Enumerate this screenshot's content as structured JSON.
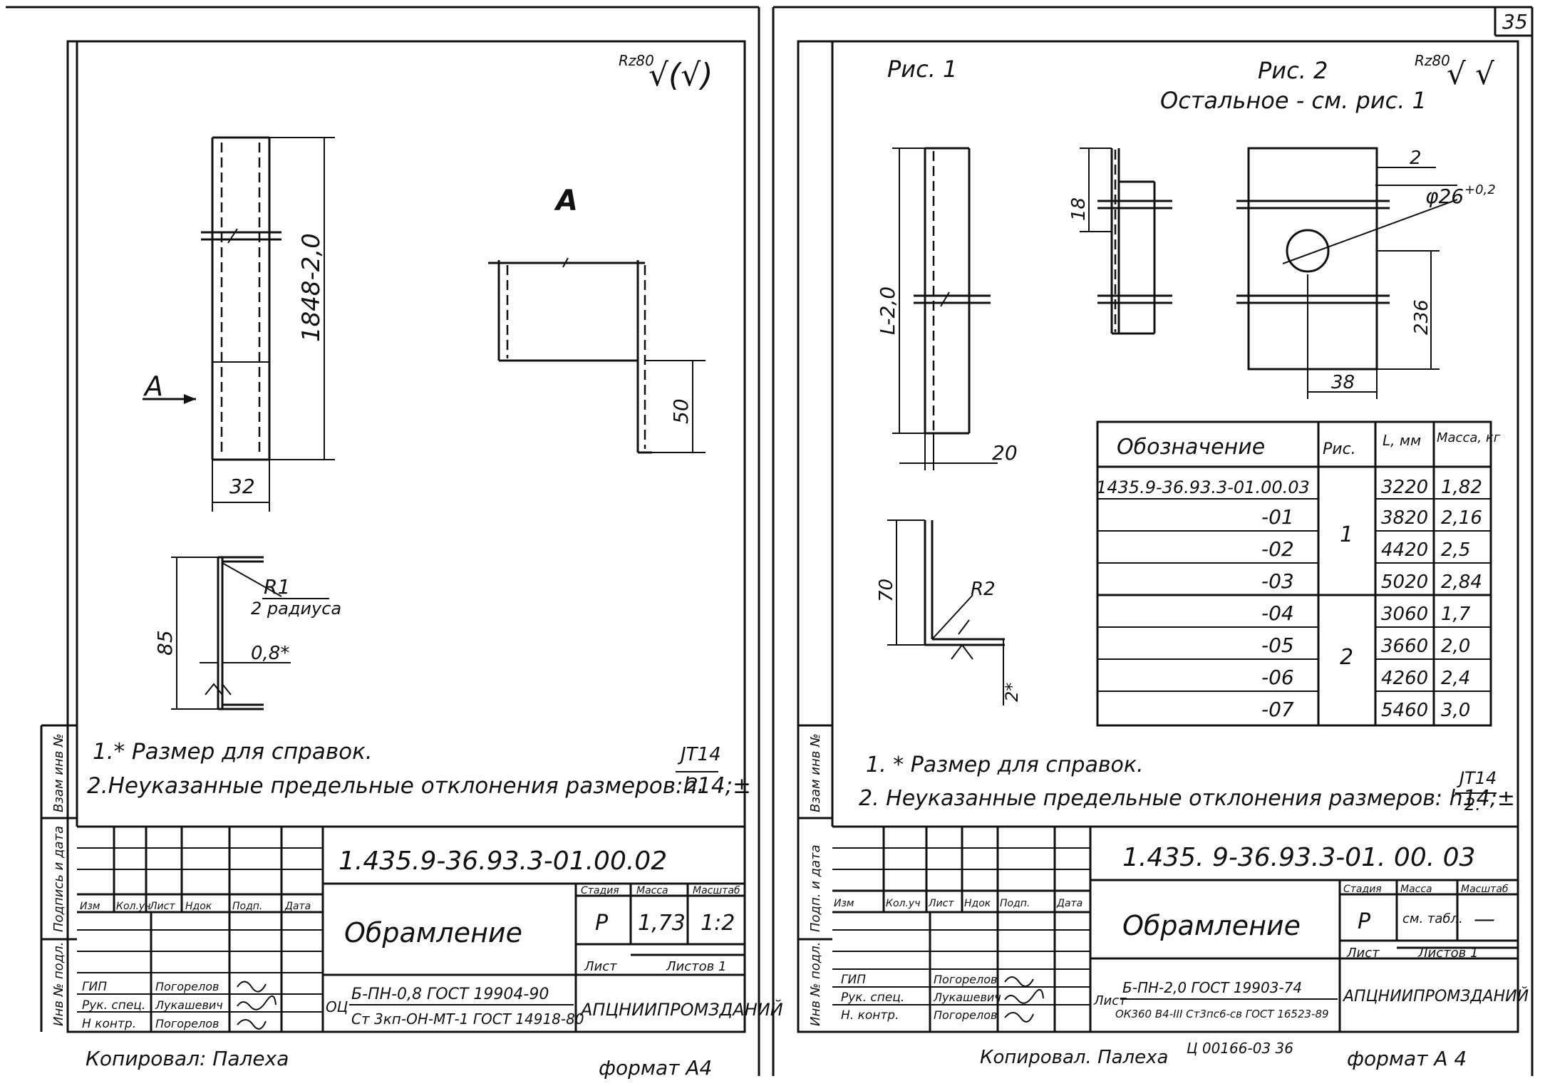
{
  "page_number": "35",
  "left": {
    "roughness": {
      "param": "Rz80",
      "symbol": "√(√)"
    },
    "view_label": "A",
    "arrow_label": "A",
    "dims": {
      "length": "1848-2,0",
      "width": "32",
      "leg": "50",
      "height": "85",
      "radius": "R1",
      "radius_note": "2 радиуса",
      "thickness": "0,8*"
    },
    "notes": [
      "1.* Размер для справок.",
      "2.Неуказанные предельные отклонения размеров:h14;±"
    ],
    "tol_frac": {
      "num": "JT14",
      "den": "2."
    },
    "title_block": {
      "code": "1.435.9-36.93.3-01.00.02",
      "name": "Обрамление",
      "col_headers": [
        "Изм",
        "Кол.уч",
        "Лист",
        "Ндок",
        "Подп.",
        "Дата"
      ],
      "roles": [
        "ГИП",
        "Рук. спец.",
        "Н контр."
      ],
      "names": [
        "Погорелов",
        "Лукашевич",
        "Погорелов"
      ],
      "stage_label": "Стадия",
      "stage": "Р",
      "mass_label": "Масса",
      "mass": "1,73",
      "scale_label": "Масштаб",
      "scale": "1:2",
      "sheet_label": "Лист",
      "sheets_label": "Листов 1",
      "material_1": "Б-ПН-0,8 ГОСТ 19904-90",
      "material_2": "Ст 3кп-ОН-МТ-1 ГОСТ 14918-80",
      "material_prefix": "ОЦ",
      "org": "АПЦНИИПРОМЗДАНИЙ"
    },
    "stamp_labels": [
      "Инв № подл.",
      "Подпись и дата",
      "Взам инв №"
    ],
    "footer_copied": "Копировал: Палеха",
    "footer_format": "формат А4"
  },
  "right": {
    "fig1": "Рис. 1",
    "fig2": "Рис. 2",
    "fig2_note": "Остальное - см. рис. 1",
    "roughness": {
      "param": "Rz80",
      "symbol": "√ √"
    },
    "dims": {
      "length": "L-2,0",
      "width": "20",
      "height": "18",
      "edge": "2",
      "hole": "φ26",
      "hole_tol": "+0,2",
      "hole_pos": "236",
      "hole_width": "38",
      "leg": "70",
      "radius": "R2",
      "thickness": "2*"
    },
    "table": {
      "headers": [
        "Обозначение",
        "Рис.",
        "L, мм",
        "Масса, кг"
      ],
      "rows": [
        {
          "code": "1435.9-36.93.3-01.00.03",
          "fig": "",
          "l": "3220",
          "mass": "1,82"
        },
        {
          "code": "-01",
          "fig": "",
          "l": "3820",
          "mass": "2,16"
        },
        {
          "code": "-02",
          "fig": "1",
          "l": "4420",
          "mass": "2,5"
        },
        {
          "code": "-03",
          "fig": "",
          "l": "5020",
          "mass": "2,84"
        },
        {
          "code": "-04",
          "fig": "",
          "l": "3060",
          "mass": "1,7"
        },
        {
          "code": "-05",
          "fig": "2",
          "l": "3660",
          "mass": "2,0"
        },
        {
          "code": "-06",
          "fig": "",
          "l": "4260",
          "mass": "2,4"
        },
        {
          "code": "-07",
          "fig": "",
          "l": "5460",
          "mass": "3,0"
        }
      ]
    },
    "notes": [
      "1. * Размер для справок.",
      "2. Неуказанные предельные отклонения размеров: h14;±"
    ],
    "tol_frac": {
      "num": "JT14",
      "den": "2."
    },
    "title_block": {
      "code": "1.435. 9-36.93.3-01. 00. 03",
      "name": "Обрамление",
      "col_headers": [
        "Изм",
        "Кол.уч",
        "Лист",
        "Ндок",
        "Подп.",
        "Дата"
      ],
      "roles": [
        "ГИП",
        "Рук. спец.",
        "Н. контр."
      ],
      "names": [
        "Погорелов",
        "Лукашевич",
        "Погорелов"
      ],
      "stage_label": "Стадия",
      "stage": "Р",
      "mass_label": "Масса",
      "mass": "см. табл.",
      "scale_label": "Масштаб",
      "scale": "—",
      "sheet_label": "Лист",
      "sheets_label": "Листов 1",
      "material_1": "Б-ПН-2,0 ГОСТ 19903-74",
      "material_2": "ОК360 В4-III Ст3пс6-св ГОСТ 16523-89",
      "material_prefix": "Лист",
      "org": "АПЦНИИПРОМЗДАНИЙ"
    },
    "stamp_labels": [
      "Инв № подл.",
      "Подп. и дата",
      "Взам инв №"
    ],
    "footer_copied": "Копировал. Палеха",
    "footer_doc": "Ц 00166-03 36",
    "footer_format": "формат А 4"
  }
}
